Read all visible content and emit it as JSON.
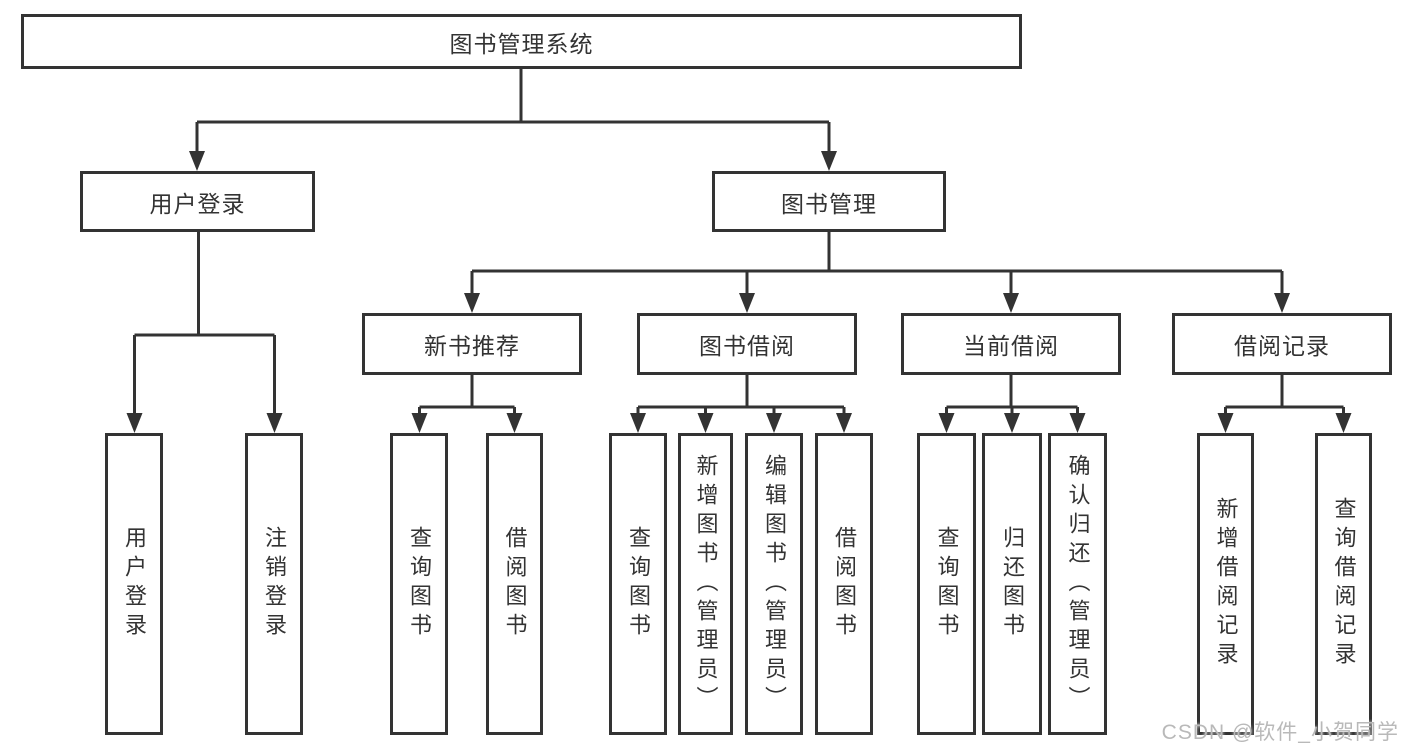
{
  "diagram": {
    "type": "hierarchy-tree",
    "line_color": "#333333",
    "box_border_color": "#333333",
    "background_color": "#ffffff"
  },
  "tree": {
    "root": {
      "label": "图书管理系统"
    },
    "level2": [
      {
        "label": "用户登录",
        "children": [
          "用户登录",
          "注销登录"
        ]
      },
      {
        "label": "图书管理"
      }
    ],
    "level3": [
      {
        "label": "新书推荐",
        "children": [
          "查询图书",
          "借阅图书"
        ]
      },
      {
        "label": "图书借阅",
        "children": [
          "查询图书",
          "新增图书（管理员）",
          "编辑图书（管理员）",
          "借阅图书"
        ]
      },
      {
        "label": "当前借阅",
        "children": [
          "查询图书",
          "归还图书",
          "确认归还（管理员）"
        ]
      },
      {
        "label": "借阅记录",
        "children": [
          "新增借阅记录",
          "查询借阅记录"
        ]
      }
    ]
  },
  "watermark": {
    "text": "CSDN @软件_小贺同学",
    "color": "#b9b9b9"
  }
}
